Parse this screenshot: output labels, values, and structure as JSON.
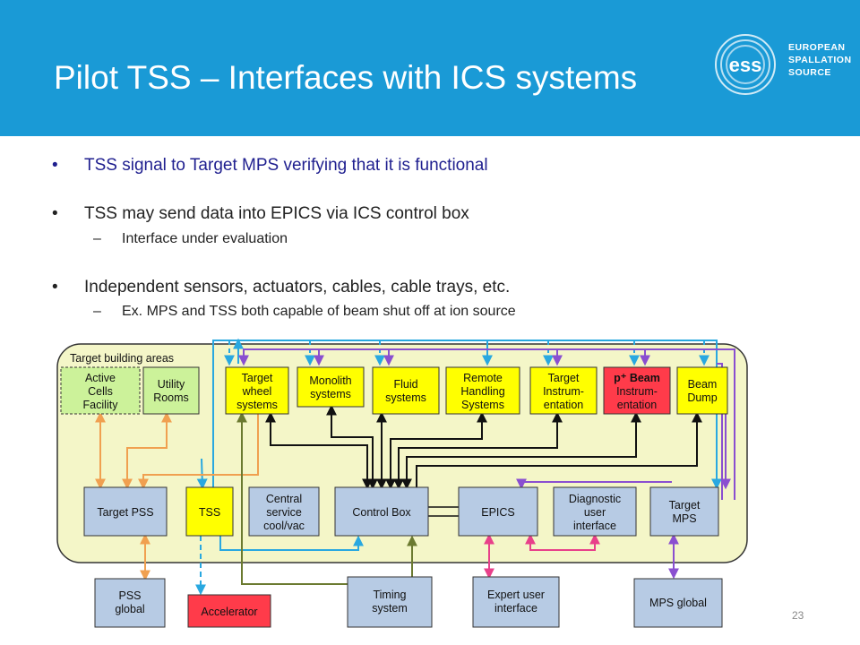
{
  "slide": {
    "title": "Pilot TSS – Interfaces with ICS systems",
    "page_number": "23"
  },
  "logo": {
    "mark": "ess",
    "line1": "EUROPEAN",
    "line2": "SPALLATION",
    "line3": "SOURCE"
  },
  "bullets": [
    {
      "text": "TSS signal to Target MPS verifying that it is functional",
      "color": "#1f1f8f"
    },
    {
      "text": "TSS may send data into EPICS via ICS control box",
      "sub": "Interface under evaluation"
    },
    {
      "text": "Independent sensors, actuators, cables, cable trays, etc.",
      "sub": "Ex. MPS and TSS both capable of beam shut off at ion source"
    }
  ],
  "diagram": {
    "area_label": "Target building areas",
    "boxes": {
      "active_cells": [
        "Active",
        "Cells",
        "Facility"
      ],
      "utility_rooms": [
        "Utility",
        "Rooms"
      ],
      "target_wheel": [
        "Target",
        "wheel",
        "systems"
      ],
      "monolith": [
        "Monolith",
        "systems"
      ],
      "fluid": [
        "Fluid",
        "systems"
      ],
      "remote_handling": [
        "Remote",
        "Handling",
        "Systems"
      ],
      "target_instr": [
        "Target",
        "Instrum-",
        "entation"
      ],
      "beam_instr": [
        "p⁺ Beam",
        "Instrum-",
        "entation"
      ],
      "beam_dump": [
        "Beam",
        "Dump"
      ],
      "target_pss": [
        "Target PSS"
      ],
      "tss": [
        "TSS"
      ],
      "central_service": [
        "Central",
        "service",
        "cool/vac"
      ],
      "control_box": [
        "Control Box"
      ],
      "epics": [
        "EPICS"
      ],
      "diagnostic_ui": [
        "Diagnostic",
        "user",
        "interface"
      ],
      "target_mps": [
        "Target",
        "MPS"
      ],
      "pss_global": [
        "PSS",
        "global"
      ],
      "accelerator": [
        "Accelerator"
      ],
      "timing": [
        "Timing",
        "system"
      ],
      "expert_ui": [
        "Expert user",
        "interface"
      ],
      "mps_global": [
        "MPS global"
      ]
    },
    "colors": {
      "area_fill": "#f4f6c8",
      "yellow_box": "#ffff00",
      "red_box": "#ff3b4a",
      "blue_box": "#b7cbe4",
      "green_box": "#ccf29a",
      "cyan_line": "#29a8e0",
      "purple_line": "#8a4fd0",
      "orange_line": "#f0a050",
      "olive_line": "#6b7a30",
      "pink_line": "#e8408a"
    }
  }
}
